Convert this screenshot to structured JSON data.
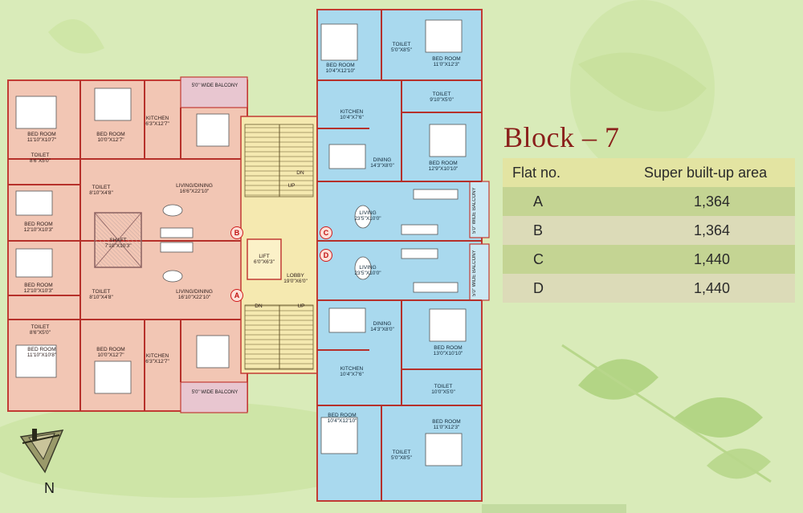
{
  "block_title": "Block – 7",
  "area_table": {
    "header": {
      "flat_col": "Flat no.",
      "area_col": "Super built-up area"
    },
    "rows": [
      {
        "flat": "A",
        "area": "1,364"
      },
      {
        "flat": "B",
        "area": "1,364"
      },
      {
        "flat": "C",
        "area": "1,440"
      },
      {
        "flat": "D",
        "area": "1,440"
      }
    ]
  },
  "compass": {
    "label": "N"
  },
  "colors": {
    "background": "#d9ebb9",
    "pink_block": "#f2c6b4",
    "blue_block": "#a9d9ee",
    "lobby": "#f5e9b0",
    "title": "#8a1f1b",
    "marker": "#d01a1a"
  },
  "plan": {
    "markers": {
      "a": "A",
      "b": "B",
      "c": "C",
      "d": "D"
    },
    "left_top": {
      "bed1": {
        "name": "BED ROOM",
        "dim": "11'10\"X10'7\""
      },
      "bed2": {
        "name": "BED ROOM",
        "dim": "10'0\"X12'7\""
      },
      "kitchen": {
        "name": "KITCHEN",
        "dim": "6'3\"X12'7\""
      },
      "toilet1": {
        "name": "TOILET",
        "dim": "8'6\"X5'0\""
      },
      "toilet2": {
        "name": "TOILET",
        "dim": "8'10\"X4'8\""
      },
      "living": {
        "name": "LIVING/DINING",
        "dim": "16'6\"X22'10\""
      },
      "bed3": {
        "name": "BED ROOM",
        "dim": "12'10\"X10'3\""
      },
      "balcony": "5'0\" WIDE BALCONY"
    },
    "left_bottom": {
      "bed3": {
        "name": "BED ROOM",
        "dim": "12'10\"X10'3\""
      },
      "toilet2": {
        "name": "TOILET",
        "dim": "8'10\"X4'8\""
      },
      "living": {
        "name": "LIVING/DINING",
        "dim": "16'10\"X22'10\""
      },
      "toilet1": {
        "name": "TOILET",
        "dim": "8'6\"X5'0\""
      },
      "bed1": {
        "name": "BED ROOM",
        "dim": "11'10\"X10'8\""
      },
      "bed2": {
        "name": "BED ROOM",
        "dim": "10'0\"X12'7\""
      },
      "kitchen": {
        "name": "KITCHEN",
        "dim": "6'3\"X12'7\""
      },
      "balcony": "5'0\" WIDE BALCONY"
    },
    "shaft": {
      "name": "SHAFT",
      "dim": "7'10\"X10'3\""
    },
    "core": {
      "lift": {
        "name": "LIFT",
        "dim": "6'0\"X6'3\""
      },
      "lobby": {
        "name": "LOBBY",
        "dim": "19'0\"X6'0\""
      },
      "dn": "DN",
      "up": "UP"
    },
    "right_top": {
      "bed1": {
        "name": "BED ROOM",
        "dim": "10'4\"X12'10\""
      },
      "toilet1": {
        "name": "TOILET",
        "dim": "5'0\"X8'5\""
      },
      "bed2": {
        "name": "BED ROOM",
        "dim": "11'0\"X12'3\""
      },
      "toilet2": {
        "name": "TOILET",
        "dim": "9'10\"X5'0\""
      },
      "kitchen": {
        "name": "KITCHEN",
        "dim": "10'4\"X7'6\""
      },
      "dining": {
        "name": "DINING",
        "dim": "14'3\"X8'0\""
      },
      "bed3": {
        "name": "BED ROOM",
        "dim": "12'9\"X10'10\""
      },
      "living": {
        "name": "LIVING",
        "dim": "23'5\"X10'0\""
      },
      "balcony": "5'0\" WIDE BALCONY"
    },
    "right_bottom": {
      "living": {
        "name": "LIVING",
        "dim": "23'5\"X10'0\""
      },
      "dining": {
        "name": "DINING",
        "dim": "14'3\"X8'0\""
      },
      "bed3": {
        "name": "BED ROOM",
        "dim": "13'0\"X10'10\""
      },
      "kitchen": {
        "name": "KITCHEN",
        "dim": "10'4\"X7'6\""
      },
      "toilet2": {
        "name": "TOILET",
        "dim": "10'0\"X5'0\""
      },
      "bed1": {
        "name": "BED ROOM",
        "dim": "10'4\"X12'10\""
      },
      "bed2": {
        "name": "BED ROOM",
        "dim": "11'0\"X12'3\""
      },
      "toilet1": {
        "name": "TOILET",
        "dim": "5'0\"X8'5\""
      },
      "balcony": "5'0\" WIDE BALCONY"
    }
  }
}
